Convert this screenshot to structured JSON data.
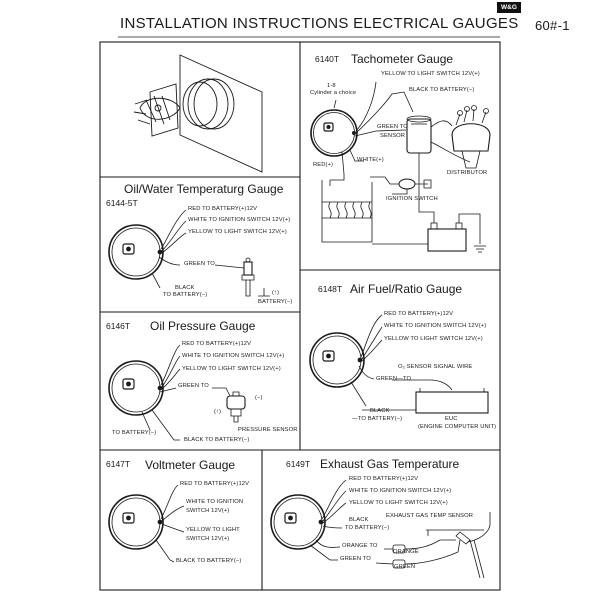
{
  "header": {
    "title": "INSTALLATION INSTRUCTIONS ELECTRICAL GAUGES",
    "logo": "W&G",
    "page_no": "60#-1"
  },
  "tach": {
    "part_no": "6140T",
    "title": "Tachometer Gauge",
    "cyl_line1": "1-8",
    "cyl_line2": "Cylinder a choice",
    "yellow": "YELLOW  TO LIGHT SWITCH 12V(+)",
    "black": "BLACK TO BATTERY(−)",
    "green1": "GREEN TO",
    "green2": "SENSOR",
    "red": "RED(+)",
    "white": "WHITE(+)",
    "distributor": "DISTRIBUTOR",
    "ignition": "IGNITION SWITCH"
  },
  "water": {
    "part_no": "6144-5T",
    "title": "Oil/Water Temperaturg Gauge",
    "red": "RED  TO  BATTERY(+)12V",
    "white": "WHITE  TO IGNITION SWITCH 12V(+)",
    "yellow": "YELLOW  TO LIGHT SWITCH 12V(+)",
    "green": "GREEN TO",
    "black1": "BLACK",
    "black2": "TO BATTERY(−)",
    "battery": "BATTERY(−)",
    "sym": "(↑)"
  },
  "afr": {
    "part_no": "6148T",
    "title": "Air Fuel/Ratio Gauge",
    "red": "RED  TO  BATTERY(+)12V",
    "white": "WHITE  TO IGNITION SWITCH 12V(+)",
    "yellow": "YELLOW  TO LIGHT SWITCH 12V(+)",
    "o2": "O₂  SENSOR SIGNAL WIRE",
    "green": "GREEN—TO",
    "black1": "BLACK",
    "black2": "—TO BATTERY(−)",
    "euc1": "EUC",
    "euc2": "(ENGINE COMPUTER UNIT)"
  },
  "oil": {
    "part_no": "6146T",
    "title": "Oil Pressure Gauge",
    "red": "RED  TO  BATTERY(+)12V",
    "white": "WHITE  TO IGNITION SWITCH 12V(+)",
    "yellow": "YELLOW   TO LIGHT SWITCH 12V(+)",
    "green": "GREEN TO",
    "sym1": "(−)",
    "sym2": "(↑)",
    "sensor": "PRESSURE SENSOR",
    "tobat": "TO BATTERY(−)",
    "black": "BLACK TO BATTERY(−)"
  },
  "volt": {
    "part_no": "6147T",
    "title": "Voltmeter Gauge",
    "red": "RED  TO  BATTERY(+)12V",
    "white1": "WHITE  TO IGNITION",
    "white2": "SWITCH 12V(+)",
    "yellow1": "YELLOW  TO LIGHT",
    "yellow2": "SWITCH 12V(+)",
    "black": "BLACK TO BATTERY(−)"
  },
  "egt": {
    "part_no": "6149T",
    "title": "Exhaust Gas Temperature",
    "red": "RED  TO  BATTERY(+)12V",
    "white": "WHITE  TO IGNITION SWITCH 12V(+)",
    "yellow": "YELLOW  TO LIGHT SWITCH 12V(+)",
    "black1": "BLACK",
    "black2": "TO BATTERY(−)",
    "sensor": "EXHAUST GAS TEMP SENSOR",
    "orange_to": "ORANGE TO",
    "orange": "ORANGE",
    "green_to": "GREEN TO",
    "green": "GREEN"
  }
}
